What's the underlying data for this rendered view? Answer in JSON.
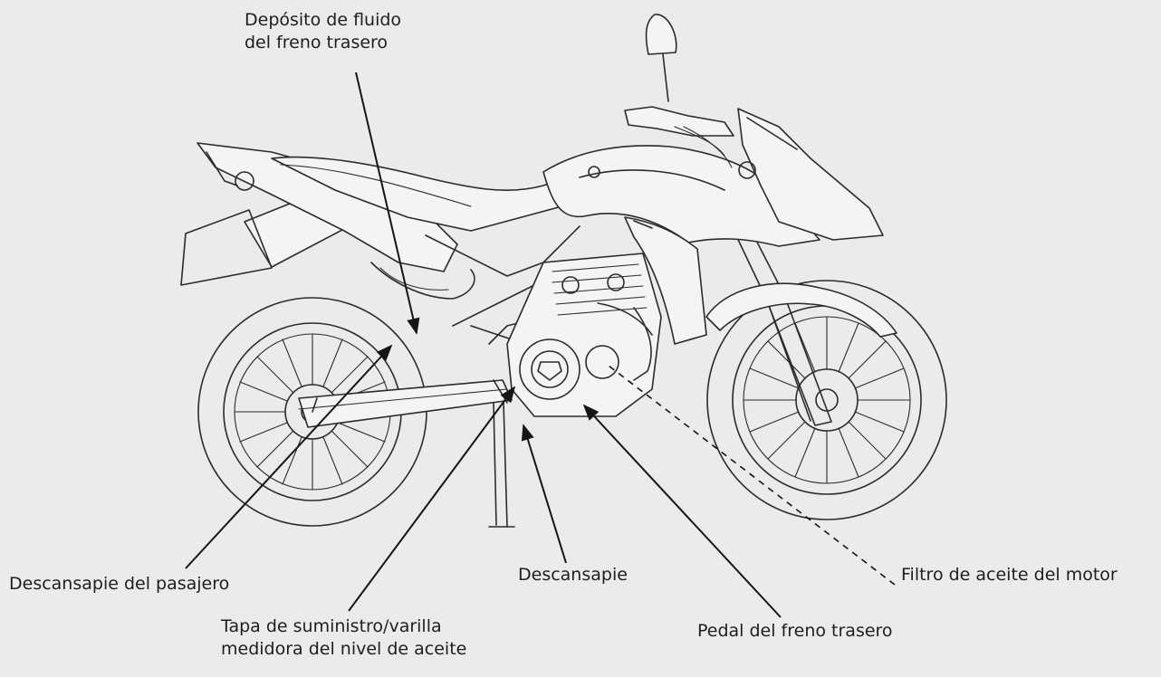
{
  "labels": {
    "brake_fluid_reservoir": [
      "Depósito de fluido",
      "del freno trasero"
    ],
    "passenger_footrest": "Descansapie del pasajero",
    "oil_filler_cap": [
      "Tapa de suministro/varilla",
      "medidora del nivel de aceite"
    ],
    "footrest": "Descansapie",
    "rear_brake_pedal": "Pedal del freno trasero",
    "oil_filter": "Filtro de aceite del motor"
  },
  "colors": {
    "background": "#ebebeb",
    "line": "#2b2b2b",
    "text": "#1e1e1e"
  }
}
